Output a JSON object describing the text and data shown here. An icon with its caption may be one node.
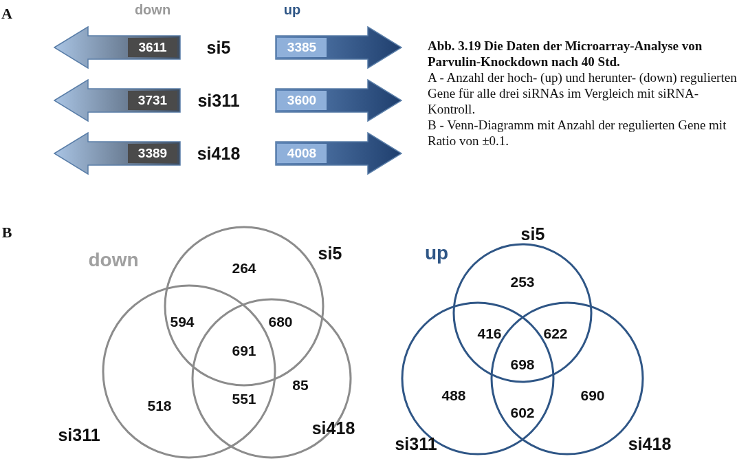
{
  "diagram": {
    "title": "Abb. 3.19 Die Daten der Microarray-Analyse von Parvulin-Knockdown nach 40 Std.",
    "nodes": [
      {
        "text": [
          "3611"
        ]
      },
      {
        "text": [
          "3385"
        ]
      },
      {
        "text": [
          "3731"
        ]
      },
      {
        "text": [
          "3600"
        ]
      },
      {
        "text": [
          "3389"
        ]
      },
      {
        "text": [
          "4008"
        ]
      },
      {
        "text": [
          "si5"
        ]
      },
      {
        "text": [
          "si311"
        ]
      },
      {
        "text": [
          "si418"
        ]
      },
      {
        "text": [
          "si5"
        ]
      },
      {
        "text": [
          "si311"
        ]
      },
      {
        "text": [
          "si418"
        ]
      }
    ],
    "labels": [
      "A",
      "down",
      "up",
      "si5",
      "si311",
      "si418",
      "A - Anzahl der hoch- (up) und herunter- (down) regulierten Gene für alle drei siRNAs im Vergleich mit siRNA-Kontroll.",
      "B - Venn-Diagramm mit Anzahl der regulierten Gene mit Ratio von ±0.1.",
      "B",
      "down",
      "264",
      "594",
      "680",
      "691",
      "518",
      "551",
      "85",
      "up",
      "253",
      "416",
      "622",
      "698",
      "488",
      "602",
      "690"
    ]
  }
}
